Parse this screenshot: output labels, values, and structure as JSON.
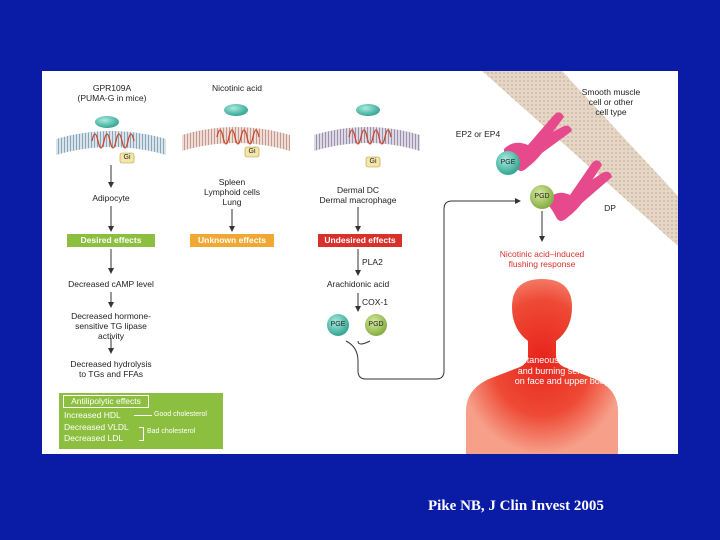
{
  "citation": "Pike NB, J Clin Invest 2005",
  "columns": [
    {
      "top_label": "GPR109A\n(PUMA-G in mice)",
      "g_protein": "Gi",
      "cells": "Adipocyte",
      "effect": "Desired effects"
    },
    {
      "top_label": "Nicotinic acid",
      "g_protein": "Gi",
      "cells": "Spleen\nLymphoid cells\nLung",
      "effect": "Unknown effects"
    },
    {
      "top_label": "",
      "g_protein": "Gi",
      "cells": "Dermal DC\nDermal macrophage",
      "effect": "Undesired effects"
    }
  ],
  "desired_chain": [
    "Decreased cAMP level",
    "Decreased hormone-\nsensitive TG lipase\nactivity",
    "Decreased hydrolysis\nto TGs and FFAs"
  ],
  "antilipolytic": {
    "title": "Antilipolytic effects",
    "rows": [
      "Increased HDL",
      "Decreased VLDL",
      "Decreased LDL"
    ],
    "good": "Good cholesterol",
    "bad": "Bad cholesterol"
  },
  "undesired_chain": {
    "pla2": "PLA2",
    "arachidonic": "Arachidonic acid",
    "cox": "COX-1",
    "pge": "PGE",
    "pgd": "PGD"
  },
  "right": {
    "smooth_muscle": "Smooth muscle\ncell or other\ncell type",
    "ep": "EP2 or EP4",
    "pge": "PGE",
    "pgd": "PGD",
    "dp": "DP",
    "flushing": "Nicotinic acid–induced\nflushing response",
    "body_text": "Cutaneous\nvasodilation and\nburning sensation\non face and\nupper body"
  },
  "colors": {
    "background": "#0a1ba6",
    "desired": "#8cbf3f",
    "unknown": "#f0a832",
    "undesired": "#d8302a",
    "receptor": "#e64a8c",
    "ligand": "#3fbfa8"
  }
}
